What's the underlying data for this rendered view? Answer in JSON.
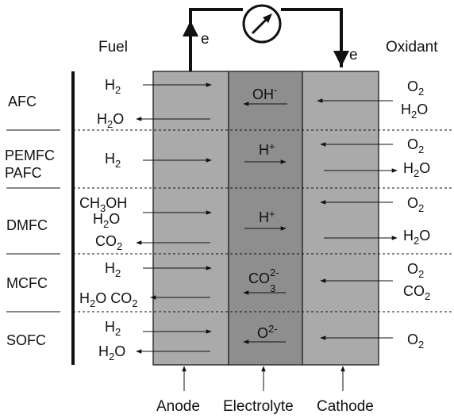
{
  "header": {
    "fuel": "Fuel",
    "oxidant": "Oxidant",
    "electron_left": "e",
    "electron_right": "e"
  },
  "bottom_labels": {
    "anode": "Anode",
    "electrolyte": "Electrolyte",
    "cathode": "Cathode"
  },
  "rows": [
    {
      "type": "AFC",
      "fuel_in": "H",
      "fuel_in_sub": "2",
      "fuel_out_a": "H",
      "fuel_out_b_sub": "2",
      "fuel_out_c": "O",
      "ion": "OH",
      "ion_sup": "-",
      "ox_in_a": "O",
      "ox_in_sub": "2",
      "ox_out_a": "H",
      "ox_out_sub": "2",
      "ox_out_c": "O"
    },
    {
      "type": "PEMFC",
      "type2": "PAFC",
      "fuel_in": "H",
      "fuel_in_sub": "2",
      "ion": "H",
      "ion_sup": "+",
      "ox_in_a": "O",
      "ox_in_sub": "2",
      "ox_out_a": "H",
      "ox_out_sub": "2",
      "ox_out_c": "O"
    },
    {
      "type": "DMFC",
      "fuel_in_1": "CH",
      "fuel_in_1_sub": "3",
      "fuel_in_1_c": "OH",
      "fuel_in_2": "H",
      "fuel_in_2_sub": "2",
      "fuel_in_2_c": "O",
      "fuel_out": "CO",
      "fuel_out_sub": "2",
      "ion": "H",
      "ion_sup": "+",
      "ox_in_a": "O",
      "ox_in_sub": "2",
      "ox_out_a": "H",
      "ox_out_sub": "2",
      "ox_out_c": "O"
    },
    {
      "type": "MCFC",
      "fuel_in": "H",
      "fuel_in_sub": "2",
      "fuel_out_1": "H",
      "fuel_out_1_sub": "2",
      "fuel_out_1_c": "O CO",
      "fuel_out_2_sub": "2",
      "ion": "CO",
      "ion_sub": "3",
      "ion_sup": "2-",
      "ox_in_1": "O",
      "ox_in_1_sub": "2",
      "ox_in_2": "CO",
      "ox_in_2_sub": "2"
    },
    {
      "type": "SOFC",
      "fuel_in": "H",
      "fuel_in_sub": "2",
      "fuel_out_a": "H",
      "fuel_out_sub": "2",
      "fuel_out_c": "O",
      "ion": "O",
      "ion_sup": "2-",
      "ox_in_a": "O",
      "ox_in_sub": "2"
    }
  ]
}
